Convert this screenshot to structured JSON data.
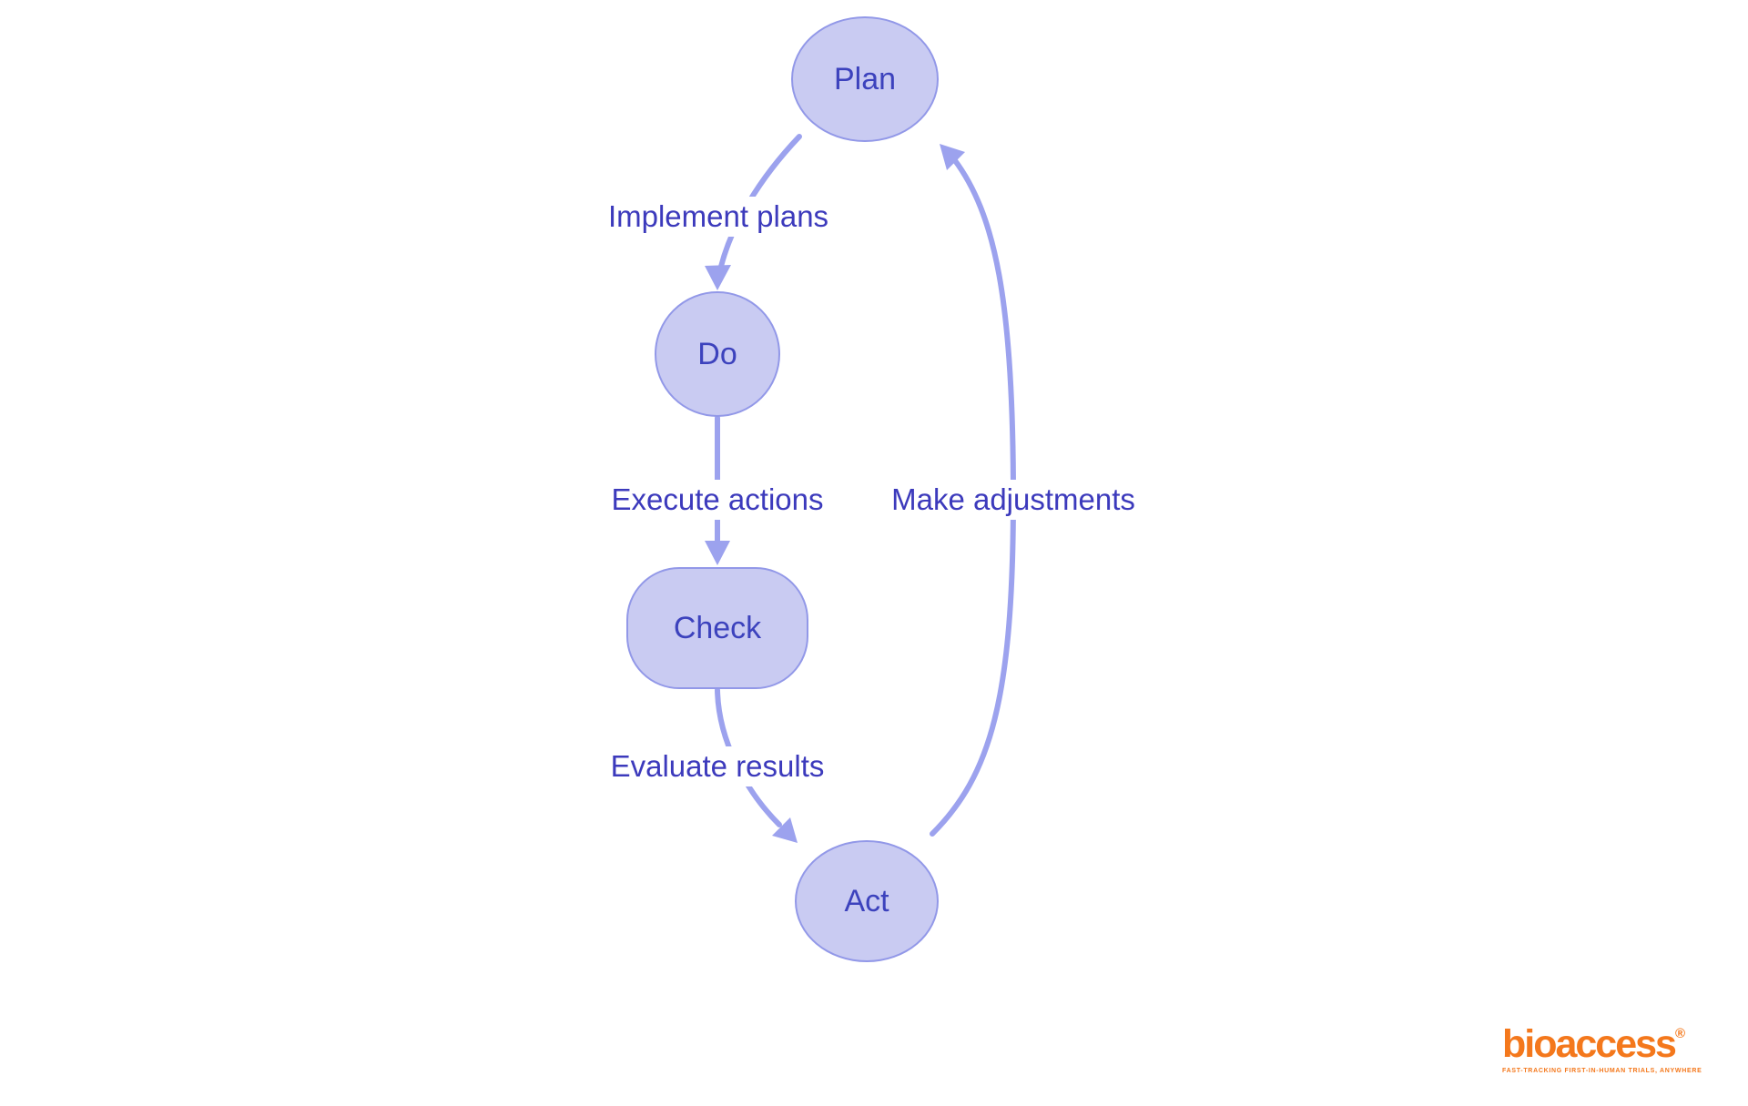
{
  "diagram": {
    "type": "cycle-flowchart",
    "nodes": [
      {
        "id": "plan",
        "label": "Plan",
        "shape": "ellipse"
      },
      {
        "id": "do",
        "label": "Do",
        "shape": "circle"
      },
      {
        "id": "check",
        "label": "Check",
        "shape": "rounded-rect"
      },
      {
        "id": "act",
        "label": "Act",
        "shape": "ellipse"
      }
    ],
    "edges": [
      {
        "from": "plan",
        "to": "do",
        "label": "Implement plans"
      },
      {
        "from": "do",
        "to": "check",
        "label": "Execute actions"
      },
      {
        "from": "check",
        "to": "act",
        "label": "Evaluate results"
      },
      {
        "from": "act",
        "to": "plan",
        "label": "Make adjustments"
      }
    ],
    "colors": {
      "background": "#ffffff",
      "node_fill": "#c9cbf2",
      "node_border": "#9298e8",
      "node_text": "#3c42bd",
      "edge_line": "#9ca2ee",
      "edge_label_text": "#3c3abc"
    }
  },
  "logo": {
    "brand": "bioaccess",
    "registered_mark": "®",
    "tagline": "FAST-TRACKING FIRST-IN-HUMAN TRIALS, ANYWHERE",
    "color": "#f4781c"
  }
}
